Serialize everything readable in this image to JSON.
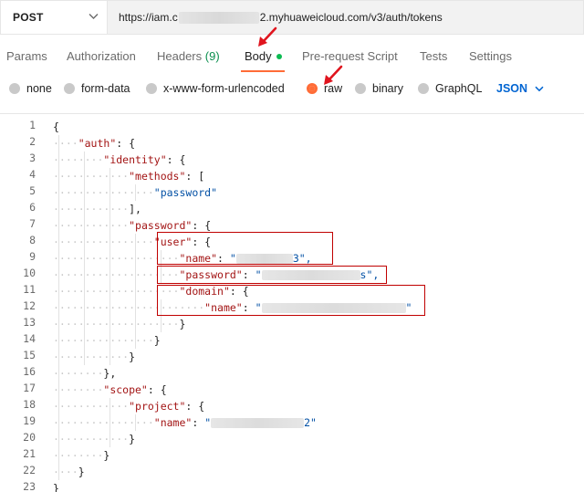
{
  "request": {
    "method": "POST",
    "url_prefix": "https://iam.c",
    "url_suffix": "2.myhuaweicloud.com/v3/auth/tokens"
  },
  "tabs": [
    {
      "label": "Params"
    },
    {
      "label": "Authorization"
    },
    {
      "label": "Headers",
      "count": "(9)"
    },
    {
      "label": "Body"
    },
    {
      "label": "Pre-request Script"
    },
    {
      "label": "Tests"
    },
    {
      "label": "Settings"
    }
  ],
  "body_types": {
    "none": "none",
    "form_data": "form-data",
    "urlencoded": "x-www-form-urlencoded",
    "raw": "raw",
    "binary": "binary",
    "graphql": "GraphQL",
    "format": "JSON",
    "selected": "raw"
  },
  "line_numbers": [
    "1",
    "2",
    "3",
    "4",
    "5",
    "6",
    "7",
    "8",
    "9",
    "10",
    "11",
    "12",
    "13",
    "14",
    "15",
    "16",
    "17",
    "18",
    "19",
    "20",
    "21",
    "22",
    "23"
  ],
  "code": {
    "l1": "{",
    "l2_key": "\"auth\"",
    "l2_rest": ": {",
    "l3_key": "\"identity\"",
    "l3_rest": ": {",
    "l4_key": "\"methods\"",
    "l4_rest": ": [",
    "l5_str": "\"password\"",
    "l6": "],",
    "l7_key": "\"password\"",
    "l7_rest": ": {",
    "l8_key": "\"user\"",
    "l8_rest": ": {",
    "l9_key": "\"name\"",
    "l9_sep": ": ",
    "l9_open": "\"",
    "l9_tail": "3\",",
    "l10_key": "\"password\"",
    "l10_sep": ": ",
    "l10_open": "\"",
    "l10_tail": "s\",",
    "l11_key": "\"domain\"",
    "l11_rest": ": {",
    "l12_key": "\"name\"",
    "l12_sep": ": ",
    "l12_open": "\"",
    "l12_tail": "\"",
    "l13": "}",
    "l14": "}",
    "l15": "}",
    "l16": "},",
    "l17_key": "\"scope\"",
    "l17_rest": ": {",
    "l18_key": "\"project\"",
    "l18_rest": ": {",
    "l19_key": "\"name\"",
    "l19_sep": ": ",
    "l19_open": "\"",
    "l19_tail": "2\"",
    "l20": "}",
    "l21": "}",
    "l22": "}",
    "l23": "}"
  },
  "colors": {
    "accent": "#ff6c37",
    "highlight_box": "#c00000",
    "json_key": "#a31515",
    "json_string": "#0451a5",
    "link_blue": "#0265d2",
    "active_dot": "#0cbb52"
  },
  "icons": {
    "method_dropdown": "chevron-down-icon",
    "format_dropdown": "chevron-down-icon",
    "annotation": "red-arrow-icon"
  }
}
